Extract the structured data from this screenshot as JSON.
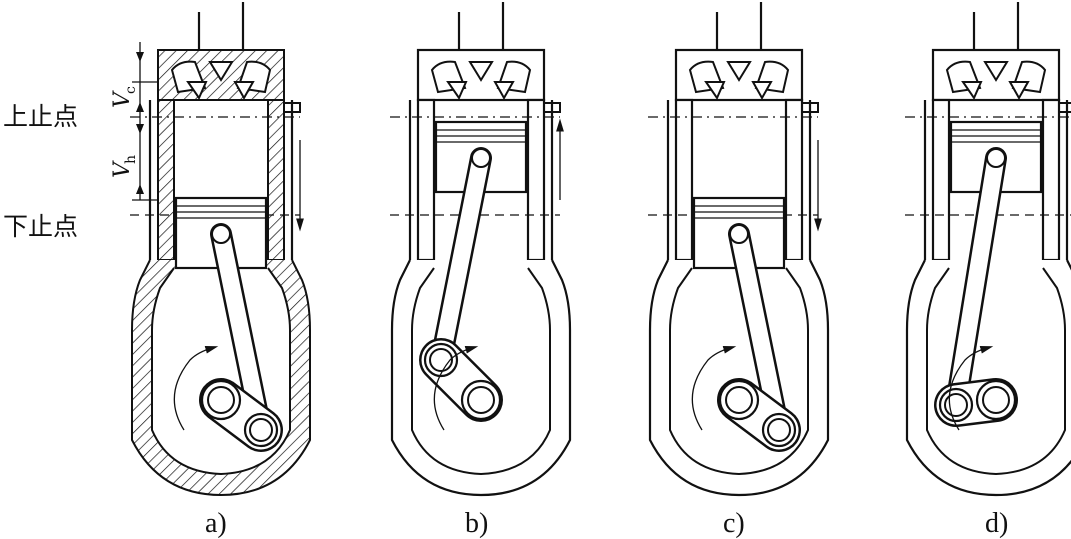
{
  "labels": {
    "tdc": "上止点",
    "bdc": "下止点",
    "vc_main": "V",
    "vc_sub": "c",
    "vh_main": "V",
    "vh_sub": "h"
  },
  "panels": [
    {
      "caption": "a)",
      "piston": "down",
      "crank": "lower-right",
      "arrow": "down"
    },
    {
      "caption": "b)",
      "piston": "up",
      "crank": "upper-left",
      "arrow": "up"
    },
    {
      "caption": "c)",
      "piston": "down",
      "crank": "lower-right",
      "arrow": "down"
    },
    {
      "caption": "d)",
      "piston": "up",
      "crank": "left",
      "arrow": "up"
    }
  ]
}
